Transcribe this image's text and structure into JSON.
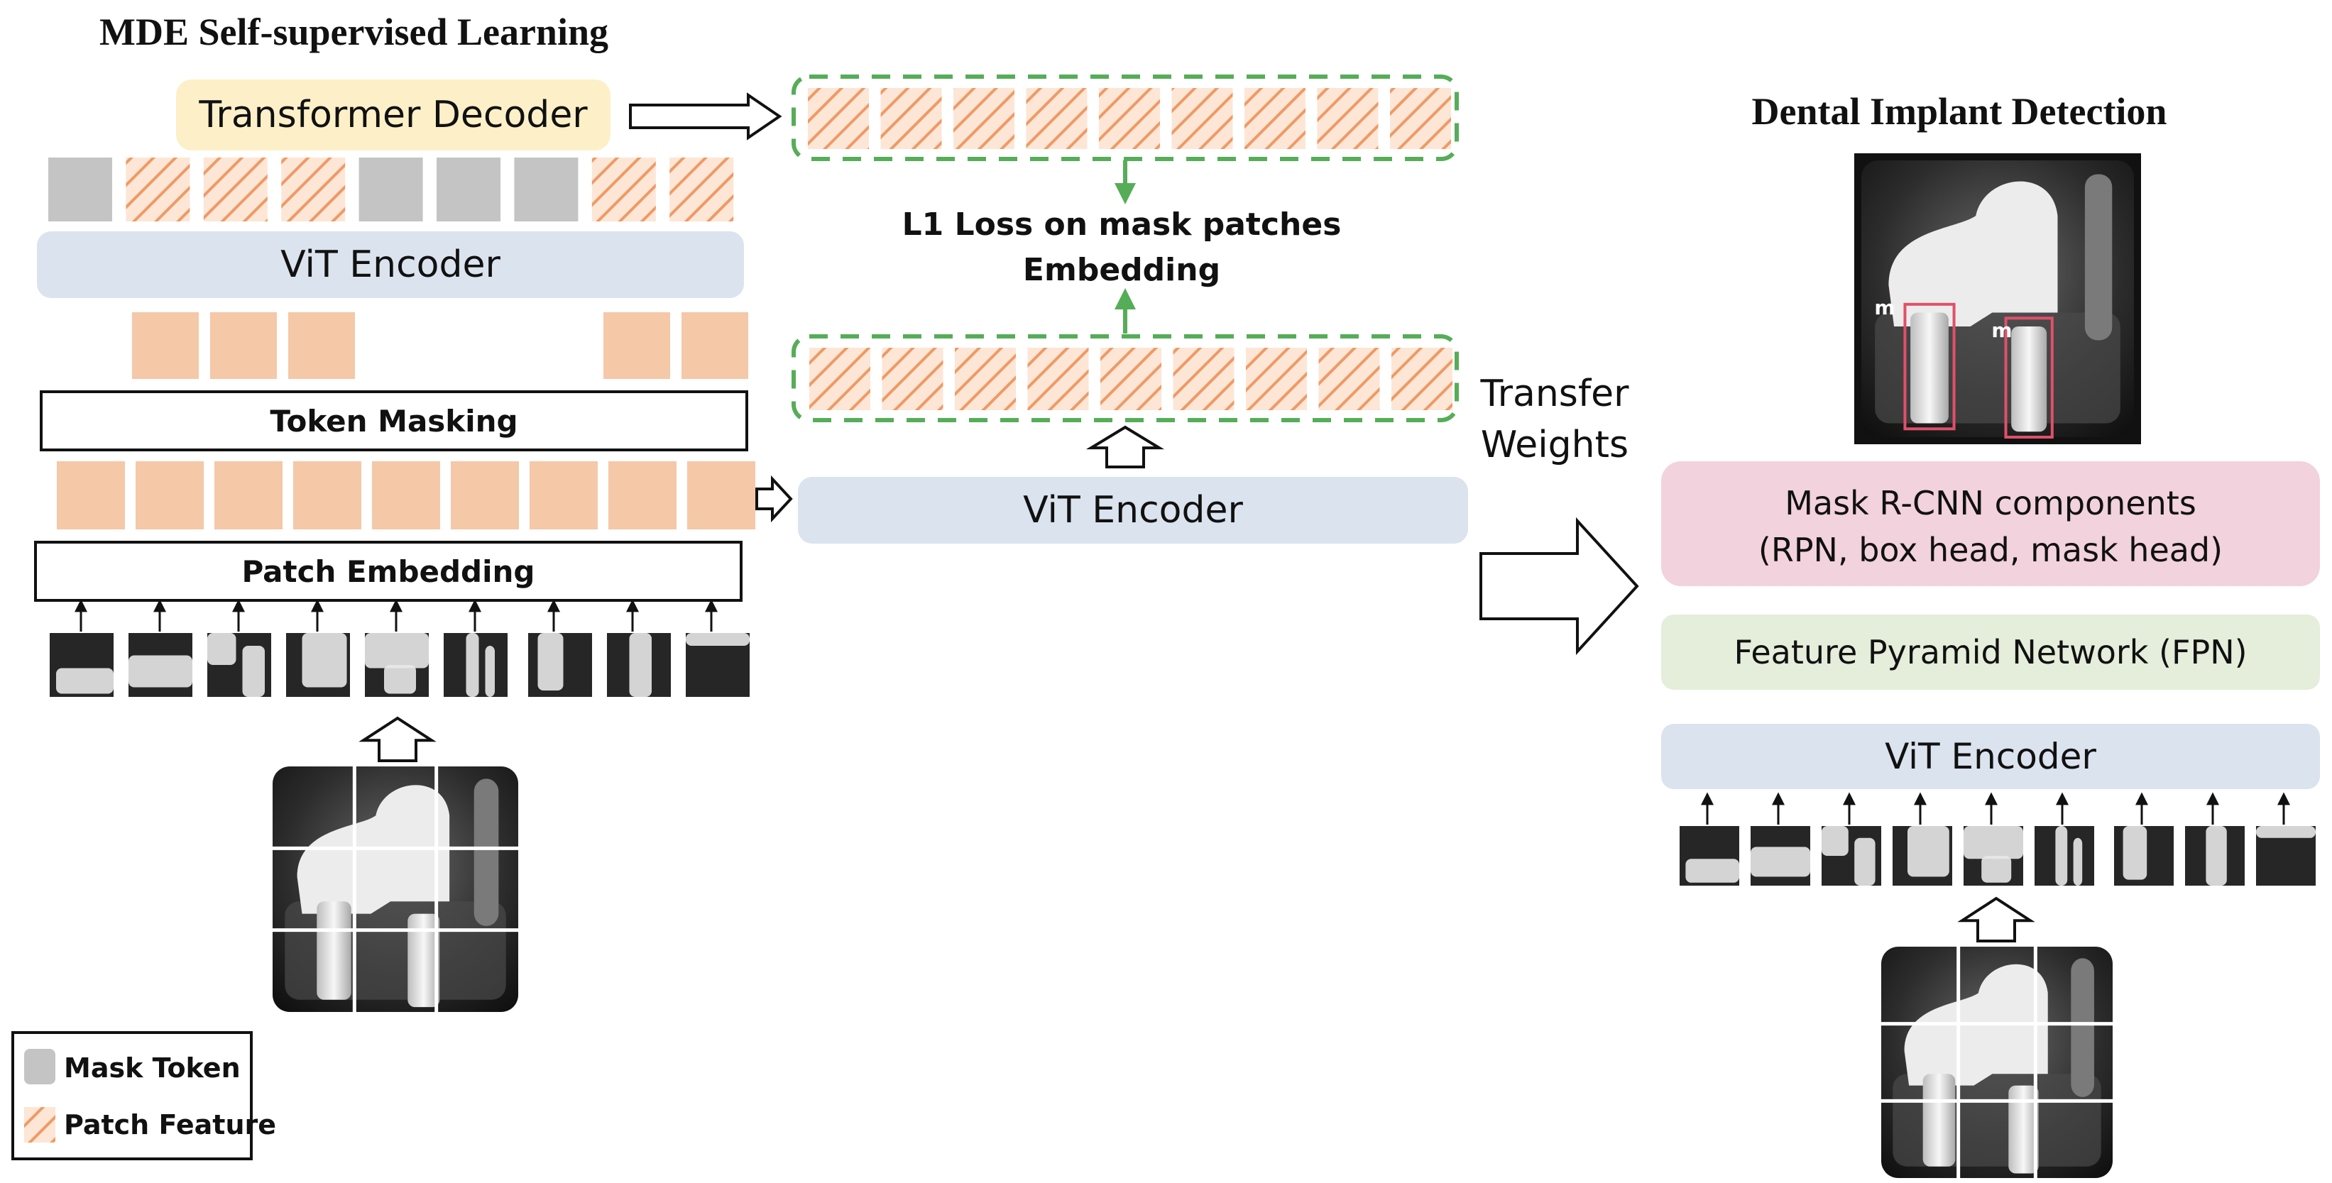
{
  "left_section": {
    "title": "MDE Self-supervised Learning",
    "transformer_decoder": "Transformer Decoder",
    "vit_encoder": "ViT Encoder",
    "token_masking": "Token Masking",
    "patch_embedding": "Patch Embedding"
  },
  "middle_section": {
    "loss_line1": "L1 Loss on mask patches",
    "loss_line2": "Embedding",
    "vit_encoder": "ViT Encoder",
    "transfer_line1": "Transfer",
    "transfer_line2": "Weights"
  },
  "right_section": {
    "title": "Dental Implant Detection",
    "mask_rcnn_line1": "Mask R-CNN components",
    "mask_rcnn_line2": "(RPN, box head, mask head)",
    "fpn": "Feature Pyramid Network (FPN)",
    "vit_encoder": "ViT Encoder",
    "detection_tag": "m"
  },
  "legend": {
    "mask_token": "Mask Token",
    "patch_feature": "Patch Feature"
  },
  "token_pattern": [
    "mask",
    "patch",
    "patch",
    "patch",
    "mask",
    "mask",
    "mask",
    "patch",
    "patch"
  ],
  "visible_embeddings": [
    true,
    true,
    true,
    false,
    false,
    false,
    false,
    true,
    true
  ],
  "colors": {
    "decoder_fill": "#fdf0c8",
    "encoder_fill": "#dbe3ef",
    "mask_rcnn_fill": "#f2d2dc",
    "fpn_fill": "#e4eedb",
    "patch_fill": "#f5c8a8",
    "patch_stripe": "#ee9a66",
    "mask_gray": "#c4c4c4",
    "green_dash": "#56ad58",
    "xray_dark": "#1e1e1e",
    "xray_light": "#e8e8e8"
  }
}
